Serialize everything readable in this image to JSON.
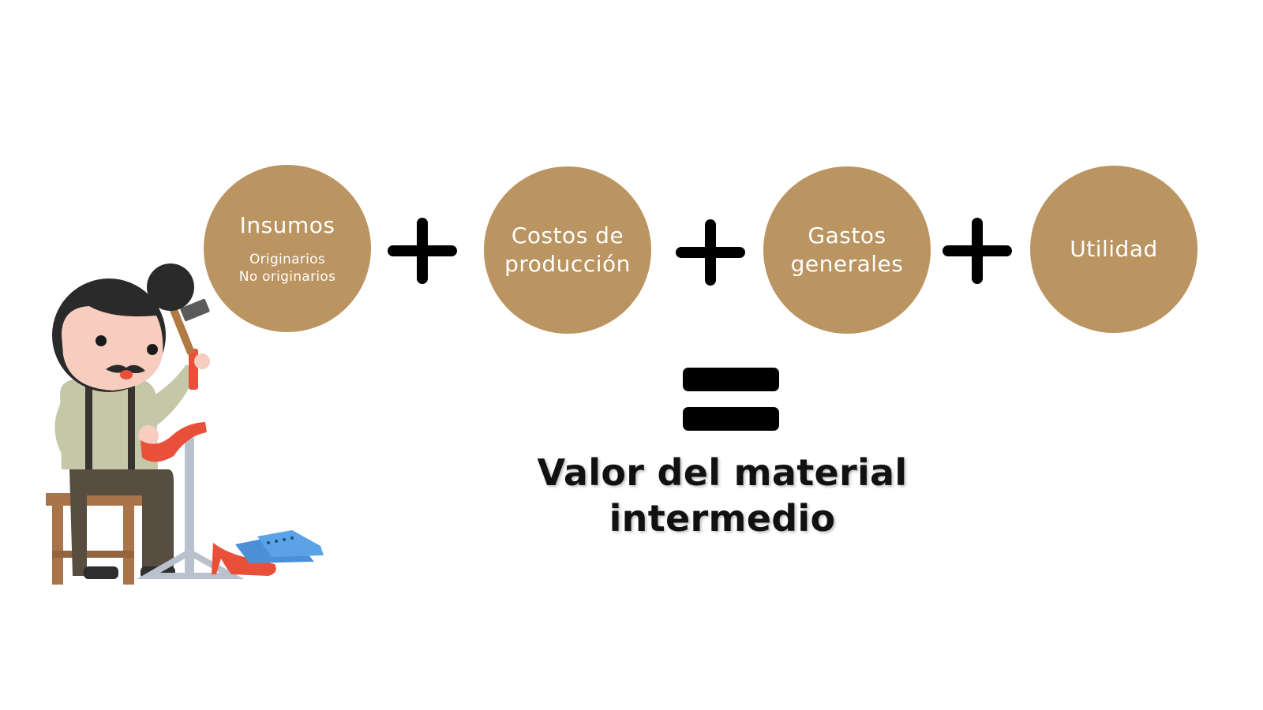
{
  "colors": {
    "circle_fill": "#BA9461",
    "circle_text": "#FFFFFF",
    "operator": "#000000",
    "result_text": "#111111"
  },
  "terms": [
    {
      "title": "Insumos",
      "subtitle_lines": [
        "Originarios",
        "No originarios"
      ]
    },
    {
      "title_lines": [
        "Costos de",
        "producción"
      ]
    },
    {
      "title_lines": [
        "Gastos",
        "generales"
      ]
    },
    {
      "title": "Utilidad"
    }
  ],
  "operators": [
    "plus",
    "plus",
    "plus",
    "equals"
  ],
  "result": {
    "lines": [
      "Valor del material",
      "intermedio"
    ]
  },
  "illustration": {
    "icon": "cobbler-illustration-icon"
  }
}
